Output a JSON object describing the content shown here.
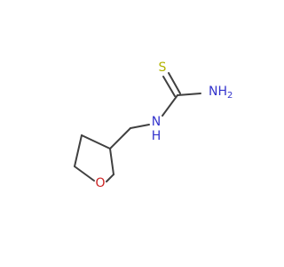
{
  "molecule": {
    "atoms": {
      "sulfur": {
        "symbol": "S",
        "color": "#b3b300"
      },
      "amine_nh2": {
        "symbol": "NH",
        "subscript": "2",
        "color": "#3333cc"
      },
      "amide_nh": {
        "symbol": "N",
        "hydrogen": "H",
        "color": "#3333cc"
      },
      "ring_oxygen": {
        "symbol": "O",
        "color": "#cc2222"
      }
    },
    "bond_color": "#404040"
  }
}
